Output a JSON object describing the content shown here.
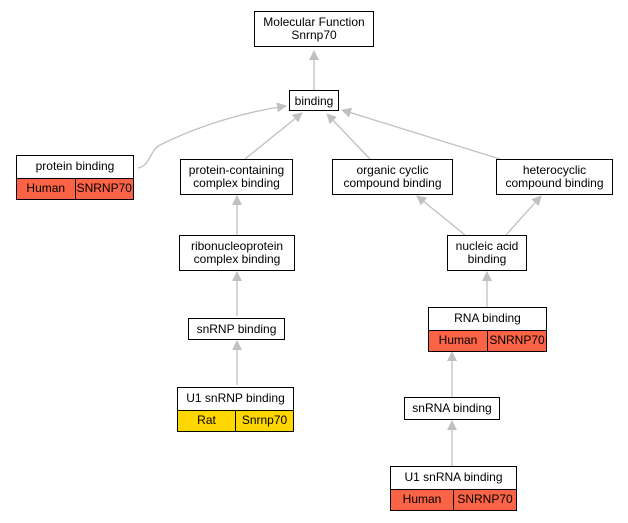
{
  "nodes": {
    "root": {
      "line1": "Molecular Function",
      "line2": "Snrnp70"
    },
    "binding": {
      "line1": "binding"
    },
    "protein_binding": {
      "line1": "protein binding",
      "species": "Human",
      "gene": "SNRNP70",
      "color": "#fa6345"
    },
    "protein_containing": {
      "line1": "protein-containing",
      "line2": "complex binding"
    },
    "organic_cyclic": {
      "line1": "organic cyclic",
      "line2": "compound binding"
    },
    "heterocyclic": {
      "line1": "heterocyclic",
      "line2": "compound binding"
    },
    "ribonucleoprotein": {
      "line1": "ribonucleoprotein",
      "line2": "complex binding"
    },
    "nucleic_acid": {
      "line1": "nucleic acid",
      "line2": "binding"
    },
    "snrnp_binding": {
      "line1": "snRNP binding"
    },
    "rna_binding": {
      "line1": "RNA binding",
      "species": "Human",
      "gene": "SNRNP70",
      "color": "#fa6345"
    },
    "u1_snrnp": {
      "line1": "U1 snRNP binding",
      "species": "Rat",
      "gene": "Snrnp70",
      "color": "#ffd700"
    },
    "snrna_binding": {
      "line1": "snRNA binding"
    },
    "u1_snrna": {
      "line1": "U1 snRNA binding",
      "species": "Human",
      "gene": "SNRNP70",
      "color": "#fa6345"
    }
  },
  "edge_color": "#c0c0c0"
}
